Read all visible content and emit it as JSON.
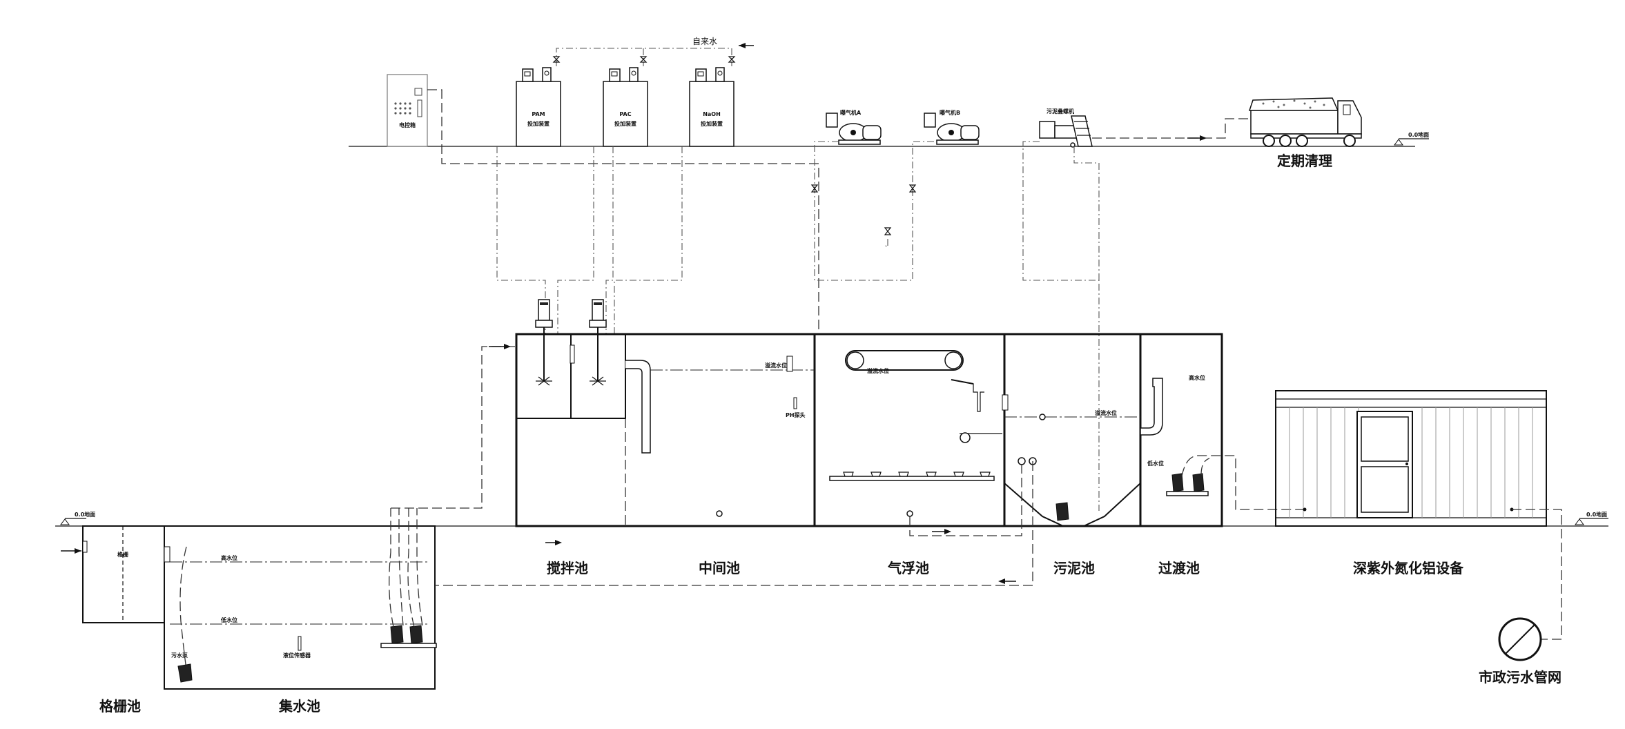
{
  "labels": {
    "tap_water": "自来水",
    "control_cabinet": "电控箱",
    "pam_l1": "PAM",
    "pam_l2": "投加装置",
    "pac_l1": "PAC",
    "pac_l2": "投加装置",
    "naoh_l1": "NaOH",
    "naoh_l2": "投加装置",
    "blower_a": "曝气机A",
    "blower_b": "曝气机B",
    "sludge_press": "污泥叠螺机",
    "periodic_clean": "定期清理",
    "ground_left": "0.0地面",
    "ground_mid": "0.0地面",
    "ground_right": "0.0地面",
    "grille_inner": "格栅",
    "high_level_collect": "高水位",
    "low_level_collect": "低水位",
    "sewage_pump": "污水泵",
    "level_sensor": "液位传感器",
    "grille_tank": "格栅池",
    "collect_tank": "集水池",
    "mixing_tank": "搅拌池",
    "middle_tank": "中间池",
    "flotation_tank": "气浮池",
    "sludge_tank": "污泥池",
    "transition_tank": "过渡池",
    "uv_device": "深紫外氮化铝设备",
    "municipal": "市政污水管网",
    "ph_probe": "PH探头",
    "overflow_level_mid": "溢流水位",
    "overflow_level_float": "溢流水位",
    "overflow_level_sludge": "溢流水位",
    "high_level_trans": "高水位",
    "low_level_trans": "低水位"
  }
}
